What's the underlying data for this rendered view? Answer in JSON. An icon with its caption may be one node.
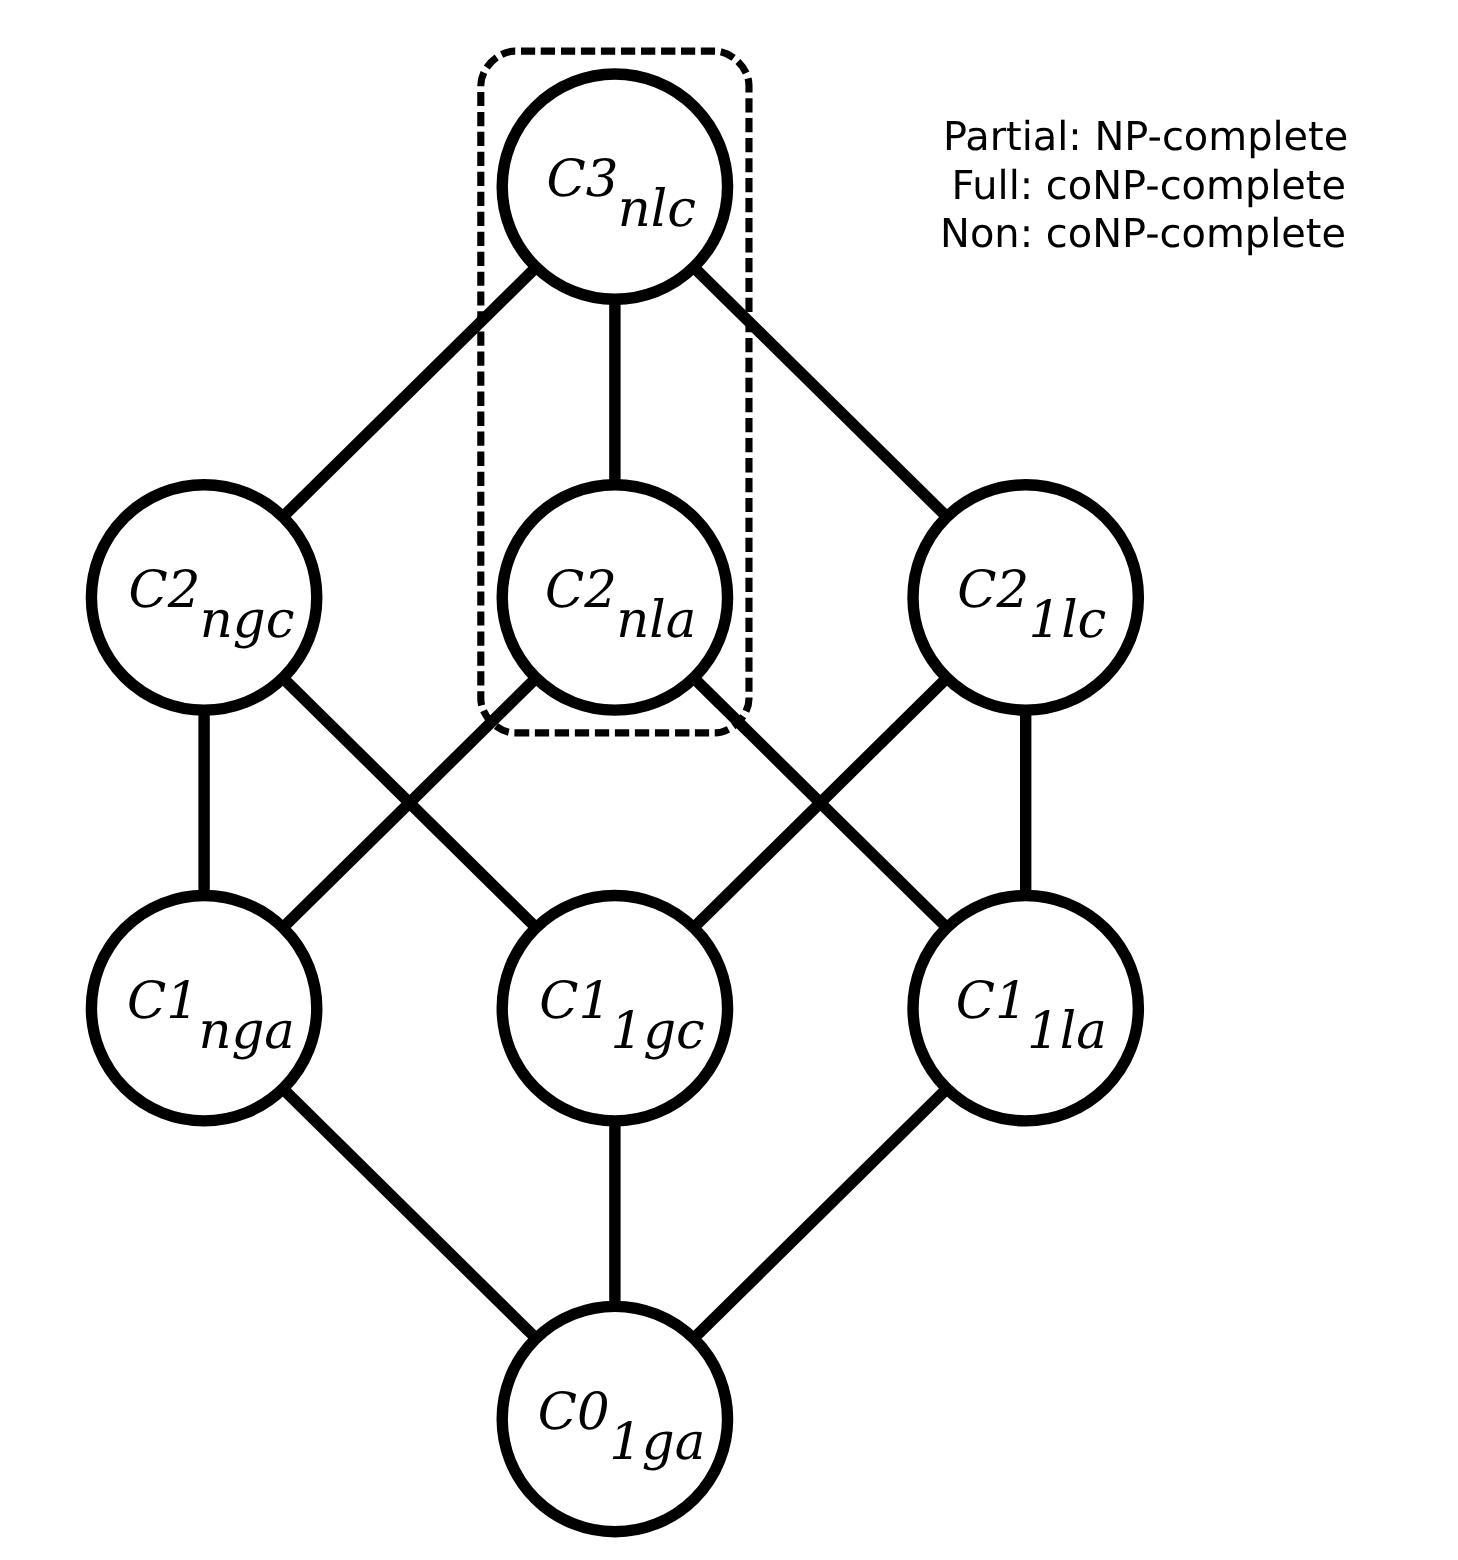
{
  "diagram": {
    "nodes": [
      {
        "text": [],
        "shape": "ellipse"
      },
      {
        "text": [
          "C3$_{nlc}$"
        ],
        "in": 0
      },
      {
        "text": [
          "C2$_{ngc}$"
        ]
      },
      {
        "text": [
          "C2$_{nla}$"
        ],
        "in": 0
      },
      {
        "text": [
          "C2$_{1lc}$"
        ]
      },
      {
        "text": [
          "C1$_{nga}$"
        ]
      },
      {
        "text": [
          "C1$_{1gc}$"
        ]
      },
      {
        "text": [
          "C1$_{1la}$"
        ]
      },
      {
        "text": [
          "C0$_{1ga}$"
        ]
      }
    ],
    "edges": [
      {
        "from": 1,
        "to": 2,
        "arrow": "none"
      },
      {
        "from": 1,
        "to": 3,
        "arrow": "none"
      },
      {
        "from": 1,
        "to": 4,
        "arrow": "none"
      },
      {
        "from": 2,
        "to": 5,
        "arrow": "none"
      },
      {
        "from": 2,
        "to": 6,
        "arrow": "none"
      },
      {
        "from": 3,
        "to": 5,
        "arrow": "none"
      },
      {
        "from": 3,
        "to": 7,
        "arrow": "none"
      },
      {
        "from": 4,
        "to": 6,
        "arrow": "none"
      },
      {
        "from": 4,
        "to": 7,
        "arrow": "none"
      },
      {
        "from": 5,
        "to": 8,
        "arrow": "none"
      },
      {
        "from": 6,
        "to": 8,
        "arrow": "none"
      },
      {
        "from": 7,
        "to": 8,
        "arrow": "none"
      }
    ],
    "labels": [
      "Partial: NP-complete",
      "Full: coNP-complete",
      "Non: coNP-complete"
    ]
  }
}
